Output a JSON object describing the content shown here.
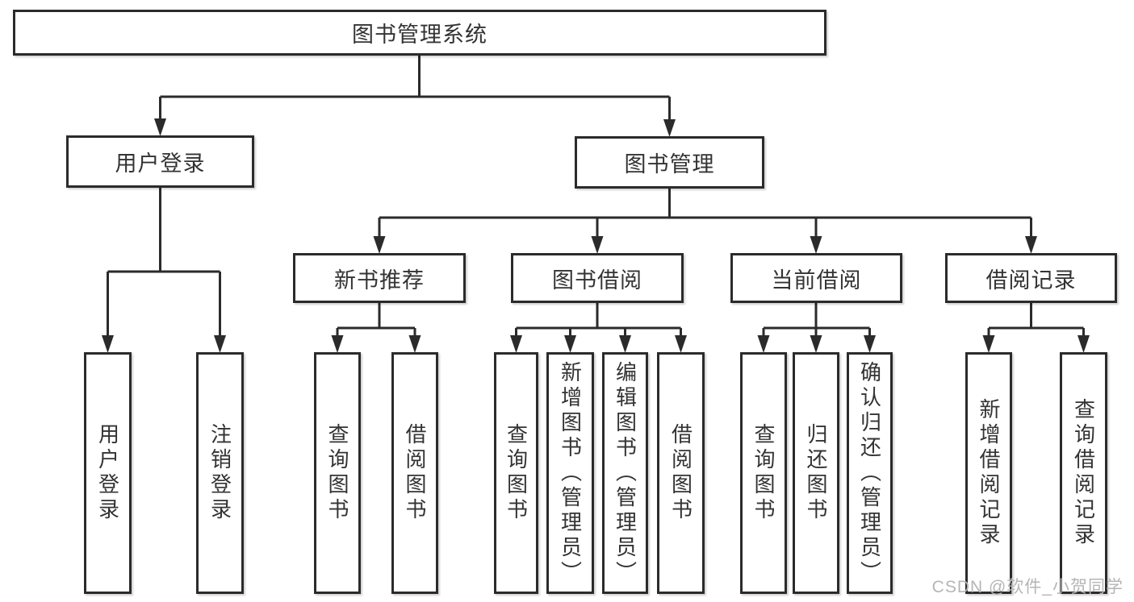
{
  "diagram": {
    "root": {
      "label": "图书管理系统"
    },
    "branches": [
      {
        "label": "用户登录",
        "children": [
          {
            "label": "用户登录"
          },
          {
            "label": "注销登录"
          }
        ]
      },
      {
        "label": "图书管理",
        "children": [
          {
            "label": "新书推荐",
            "children": [
              {
                "label": "查询图书"
              },
              {
                "label": "借阅图书"
              }
            ]
          },
          {
            "label": "图书借阅",
            "children": [
              {
                "label": "查询图书"
              },
              {
                "label": "新增图书（管理员）"
              },
              {
                "label": "编辑图书（管理员）"
              },
              {
                "label": "借阅图书"
              }
            ]
          },
          {
            "label": "当前借阅",
            "children": [
              {
                "label": "查询图书"
              },
              {
                "label": "归还图书"
              },
              {
                "label": "确认归还（管理员）"
              }
            ]
          },
          {
            "label": "借阅记录",
            "children": [
              {
                "label": "新增借阅记录"
              },
              {
                "label": "查询借阅记录"
              }
            ]
          }
        ]
      }
    ]
  },
  "watermark": {
    "text": "CSDN @软件_小贺同学"
  },
  "colors": {
    "line": "#2b2b2b",
    "text": "#333333",
    "watermark": "#b5b5b5",
    "box_background": "#ffffff"
  }
}
